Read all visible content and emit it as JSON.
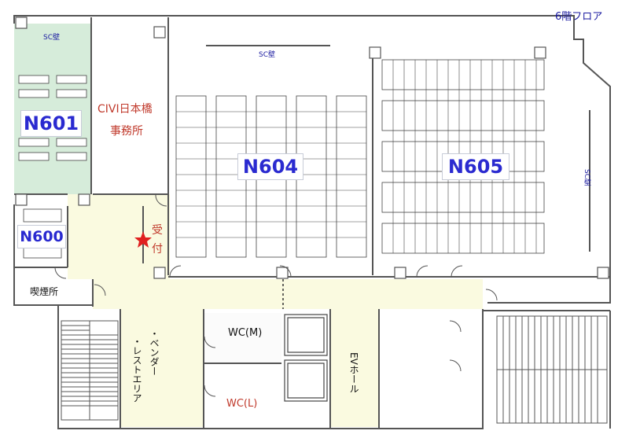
{
  "title": "6階フロア",
  "rooms": {
    "n601": "N601",
    "n600": "N600",
    "n604": "N604",
    "n605": "N605"
  },
  "labels": {
    "sc_wall_left": "SC壁",
    "sc_wall_center": "SC壁",
    "sc_wall_right": "SC壁",
    "office_line1": "CIVI日本橋",
    "office_line2": "事務所",
    "reception_1": "受",
    "reception_2": "付",
    "smoking": "喫煙所",
    "vending_1": "・ベンダー",
    "vending_2": "・レストエリア",
    "wc_m": "WC(M)",
    "wc_l": "WC(L)",
    "ev_hall": "EVホール"
  },
  "colors": {
    "room_green": "#d6ecda",
    "corridor_yellow": "#fafae0",
    "room_label": "#2a2ad0",
    "red_text": "#c0392b",
    "wall": "#555555"
  }
}
